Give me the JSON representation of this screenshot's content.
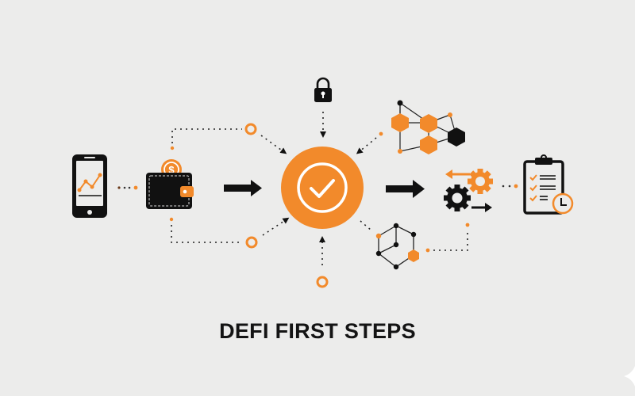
{
  "title": "DEFI FIRST STEPS",
  "colors": {
    "background": "#ececeb",
    "accent": "#f28a2b",
    "ink": "#111111",
    "white": "#ffffff"
  },
  "nodes": [
    {
      "id": "phone",
      "icon": "smartphone-chart-icon",
      "description": "Smartphone showing orange rising line chart"
    },
    {
      "id": "wallet",
      "icon": "wallet-dollar-icon",
      "description": "Black wallet with orange dollar coin"
    },
    {
      "id": "lock",
      "icon": "padlock-icon",
      "description": "Black padlock"
    },
    {
      "id": "verify",
      "icon": "checkmark-circle-icon",
      "description": "Large orange circle with white check mark"
    },
    {
      "id": "network-top",
      "icon": "hexagon-network-icon",
      "description": "Connected orange and black hexagons"
    },
    {
      "id": "network-bottom",
      "icon": "cube-network-icon",
      "description": "Cube-shaped node network"
    },
    {
      "id": "gears",
      "icon": "gears-exchange-icon",
      "description": "Orange and black gears with arrows"
    },
    {
      "id": "checklist",
      "icon": "clipboard-checklist-clock-icon",
      "description": "Clipboard checklist with clock"
    }
  ],
  "arrows": [
    {
      "from": "wallet",
      "to": "verify",
      "style": "solid-bold"
    },
    {
      "from": "verify",
      "to": "gears",
      "style": "solid-bold"
    }
  ],
  "connectors": [
    {
      "from": "phone",
      "to": "wallet",
      "style": "dotted"
    },
    {
      "from": "wallet",
      "to": "verify",
      "via": "top-ring",
      "style": "dotted"
    },
    {
      "from": "wallet",
      "to": "verify",
      "via": "bottom-ring",
      "style": "dotted"
    },
    {
      "from": "lock",
      "to": "verify",
      "style": "dotted-arrow"
    },
    {
      "from": "network-top",
      "to": "verify",
      "style": "dotted-arrow"
    },
    {
      "from": "bottom-ring",
      "to": "verify",
      "style": "dotted-arrow"
    },
    {
      "from": "verify",
      "to": "network-bottom",
      "style": "dotted"
    },
    {
      "from": "network-bottom",
      "to": "gears",
      "style": "dotted"
    },
    {
      "from": "gears",
      "to": "checklist",
      "style": "dotted"
    }
  ]
}
